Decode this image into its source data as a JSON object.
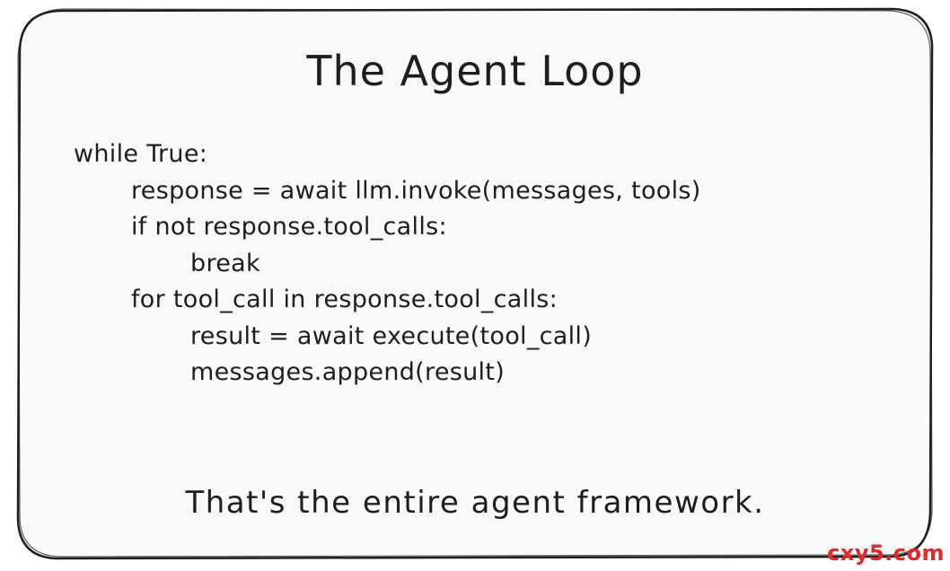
{
  "title": "The Agent Loop",
  "code_lines": [
    {
      "text": "while True:",
      "indent": 0
    },
    {
      "text": "response = await llm.invoke(messages, tools)",
      "indent": 1
    },
    {
      "text": "if not response.tool_calls:",
      "indent": 1
    },
    {
      "text": "break",
      "indent": 2
    },
    {
      "text": "for tool_call in response.tool_calls:",
      "indent": 1
    },
    {
      "text": "result = await execute(tool_call)",
      "indent": 2
    },
    {
      "text": "messages.append(result)",
      "indent": 2
    }
  ],
  "tagline": "That's the entire agent framework.",
  "watermark": "cxy5.com",
  "colors": {
    "ink": "#1e1e1e",
    "card_fill": "#f8f9fa",
    "watermark": "#e8262a"
  }
}
